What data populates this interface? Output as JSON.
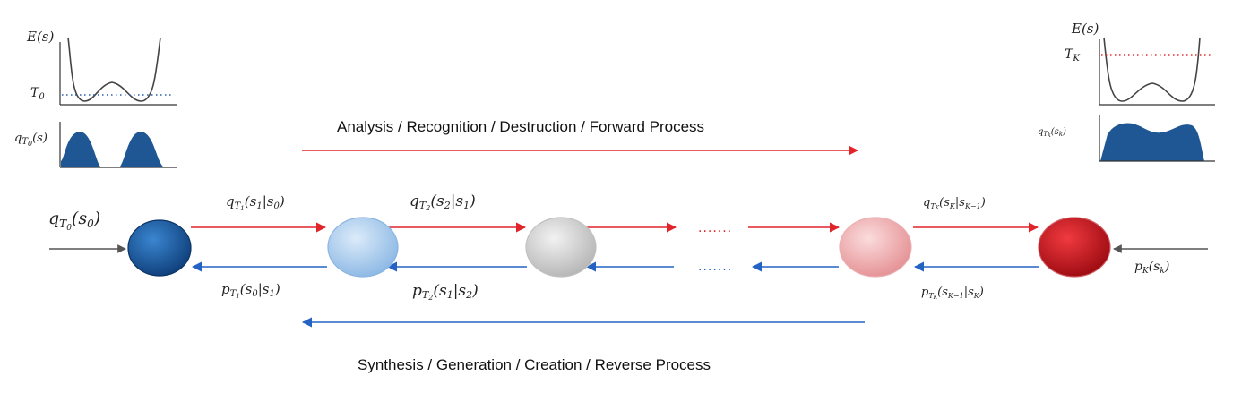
{
  "forward_caption": "Analysis / Recognition /  Destruction /  Forward Process",
  "reverse_caption": "Synthesis / Generation / Creation / Reverse Process",
  "left_plot": {
    "energy_label": "E(s)",
    "threshold_label": "T",
    "threshold_sub": "0",
    "density_label": "q",
    "density_sub": "T",
    "density_subsub": "0",
    "density_arg": "(s)"
  },
  "right_plot": {
    "energy_label": "E(s)",
    "threshold_label": "T",
    "threshold_sub": "K",
    "density_label": "q",
    "density_sub": "T",
    "density_subsub": "k",
    "density_arg": "(s",
    "density_arg_sub": "k",
    "density_arg_close": ")"
  },
  "input_label": {
    "q": "q",
    "sub": "T",
    "subsub": "0",
    "arg": "(s",
    "arg_sub": "0",
    "close": ")"
  },
  "output_label": {
    "p": "p",
    "sub": "K",
    "arg": "(s",
    "arg_sub": "k",
    "close": ")"
  },
  "forward_labels": [
    {
      "f": "q",
      "sub": "T",
      "subsub": "1",
      "a": "(s",
      "asub": "1",
      "mid": "|s",
      "bsub": "0",
      "close": ")"
    },
    {
      "f": "q",
      "sub": "T",
      "subsub": "2",
      "a": "(s",
      "asub": "2",
      "mid": "|s",
      "bsub": "1",
      "close": ")"
    },
    {
      "f": "q",
      "sub": "T",
      "subsub": "K",
      "a": "(s",
      "asub": "K",
      "mid": "|s",
      "bsub": "K−1",
      "close": ")"
    }
  ],
  "reverse_labels": [
    {
      "f": "p",
      "sub": "T",
      "subsub": "1",
      "a": "(s",
      "asub": "0",
      "mid": "|s",
      "bsub": "1",
      "close": ")"
    },
    {
      "f": "p",
      "sub": "T",
      "subsub": "2",
      "a": "(s",
      "asub": "1",
      "mid": "|s",
      "bsub": "2",
      "close": ")"
    },
    {
      "f": "p",
      "sub": "T",
      "subsub": "K",
      "a": "(s",
      "asub": "K−1",
      "mid": "|s",
      "bsub": "K",
      "close": ")"
    }
  ],
  "ellipsis_forward": ".......",
  "ellipsis_reverse": ".......",
  "colors": {
    "forward_arrow": "#e0242a",
    "reverse_arrow": "#2463c4",
    "node_0": "#1a5aa0",
    "node_1": "#9cc3ea",
    "node_2": "#c8c8c8",
    "node_k1": "#f0a8aa",
    "node_k": "#c8141c",
    "density_fill": "#1f5795",
    "threshold_left": "#2a5fb0",
    "threshold_right": "#e03030"
  }
}
